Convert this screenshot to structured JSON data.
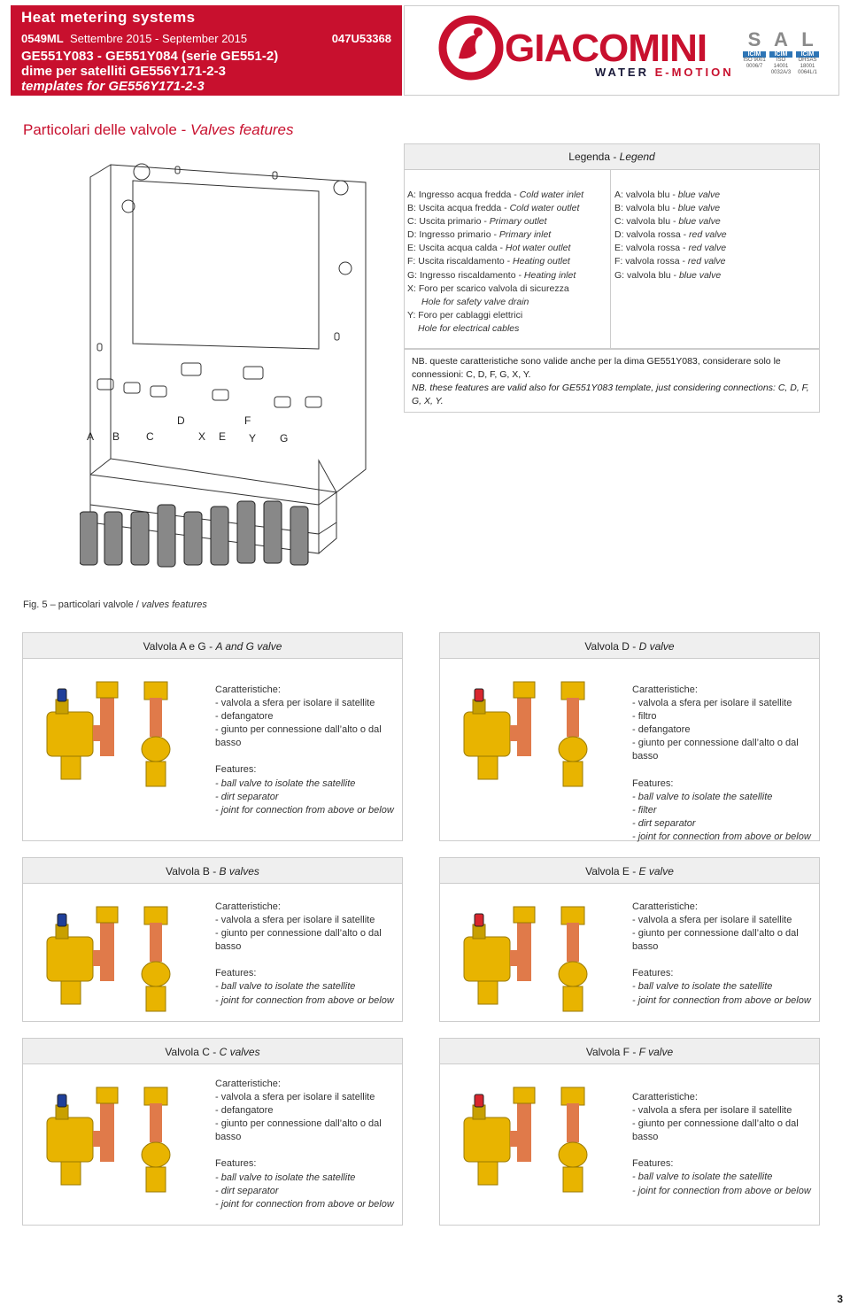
{
  "header": {
    "category": "Heat metering systems",
    "doc_code": "0549ML",
    "date": "Settembre 2015 - September 2015",
    "ref_code": "047U53368",
    "line2": "GE551Y083 - GE551Y084 (serie GE551-2)",
    "line3": "dime per satelliti GE556Y171-2-3",
    "line4": "templates for GE556Y171-2-3"
  },
  "brand": {
    "name": "GIACOMINI",
    "tagline_a": "WATER ",
    "tagline_b": "E-MOTION",
    "certs": [
      {
        "letter": "S",
        "icim": "ICIM",
        "iso": "ISO 9001",
        "num": "0006/7"
      },
      {
        "letter": "A",
        "icim": "ICIM",
        "iso": "ISO 14001",
        "num": "0032A/3"
      },
      {
        "letter": "L",
        "icim": "ICIM",
        "iso": "OHSAS 18001",
        "num": "0064L/1"
      }
    ]
  },
  "section": {
    "title_it": "Particolari delle valvole - ",
    "title_en": "Valves features"
  },
  "legend": {
    "head_it": "Legenda - ",
    "head_en": "Legend",
    "left": [
      {
        "k": "A",
        "it": ": Ingresso acqua fredda - ",
        "en": "Cold water inlet"
      },
      {
        "k": "B",
        "it": ": Uscita acqua fredda - ",
        "en": "Cold water outlet"
      },
      {
        "k": "C",
        "it": ": Uscita primario - ",
        "en": "Primary outlet"
      },
      {
        "k": "D",
        "it": ": Ingresso primario - ",
        "en": "Primary inlet"
      },
      {
        "k": "E",
        "it": ": Uscita acqua calda - ",
        "en": "Hot water outlet"
      },
      {
        "k": "F",
        "it": ": Uscita riscaldamento - ",
        "en": "Heating outlet"
      },
      {
        "k": "G",
        "it": ": Ingresso riscaldamento - ",
        "en": "Heating inlet"
      },
      {
        "k": "X",
        "it": ": Foro per scarico valvola di sicurezza",
        "en": ""
      },
      {
        "k": "",
        "it": "",
        "en": "Hole for safety valve drain"
      },
      {
        "k": "Y",
        "it": ": Foro per cablaggi elettrici",
        "en": ""
      },
      {
        "k": "",
        "it": "",
        "en": "Hole for electrical cables"
      }
    ],
    "right": [
      {
        "k": "A",
        "it": ": valvola blu - ",
        "en": "blue valve"
      },
      {
        "k": "B",
        "it": ": valvola blu - ",
        "en": "blue valve"
      },
      {
        "k": "C",
        "it": ": valvola blu - ",
        "en": "blue valve"
      },
      {
        "k": "D",
        "it": ": valvola rossa - ",
        "en": "red valve"
      },
      {
        "k": "E",
        "it": ": valvola rossa - ",
        "en": "red valve"
      },
      {
        "k": "F",
        "it": ": valvola rossa - ",
        "en": "red valve"
      },
      {
        "k": "G",
        "it": ": valvola blu - ",
        "en": "blue valve"
      }
    ]
  },
  "nb": {
    "it": "NB. queste caratteristiche sono valide anche per la dima GE551Y083, considerare solo le connessioni: C, D, F, G, X, Y.",
    "en": "NB. these features are valid also for GE551Y083 template, just considering connections: C, D, F, G, X, Y."
  },
  "diagram_labels": [
    "A",
    "B",
    "C",
    "D",
    "X",
    "E",
    "F",
    "Y",
    "G"
  ],
  "figure_caption": {
    "it": "Fig. 5 – particolari valvole / ",
    "en": "valves features"
  },
  "cards": [
    {
      "title_it": "Valvola A e G - ",
      "title_en": "A and G valve",
      "char_head": "Caratteristiche:",
      "chars": [
        "- valvola a sfera per isolare il satellite",
        "- defangatore",
        "- giunto per connessione dall’alto o dal",
        "basso"
      ],
      "feat_head": "Features:",
      "feats": [
        "- ball valve to isolate the satellite",
        "- dirt separator",
        "- joint for connection from above or below"
      ]
    },
    {
      "title_it": "Valvola D - ",
      "title_en": "D valve",
      "char_head": "Caratteristiche:",
      "chars": [
        "- valvola a sfera per isolare il satellite",
        "- filtro",
        "- defangatore",
        "- giunto per connessione dall’alto o dal",
        "basso"
      ],
      "feat_head": "Features:",
      "feats": [
        "- ball valve to isolate the satellite",
        "- filter",
        "- dirt separator",
        "- joint for connection from above or below"
      ]
    },
    {
      "title_it": "Valvola B - ",
      "title_en": "B valves",
      "char_head": "Caratteristiche:",
      "chars": [
        "- valvola a sfera per isolare il satellite",
        "- giunto per connessione dall’alto o dal",
        "basso"
      ],
      "feat_head": "Features:",
      "feats": [
        "- ball valve to isolate the satellite",
        "- joint for connection from above or below"
      ]
    },
    {
      "title_it": "Valvola E - ",
      "title_en": "E valve",
      "char_head": "Caratteristiche:",
      "chars": [
        "- valvola a sfera per isolare il satellite",
        "- giunto per connessione dall’alto o dal",
        "basso"
      ],
      "feat_head": "Features:",
      "feats": [
        "- ball valve to isolate the satellite",
        "- joint for connection from above or below"
      ]
    },
    {
      "title_it": "Valvola C - ",
      "title_en": "C valves",
      "char_head": "Caratteristiche:",
      "chars": [
        "- valvola a sfera per isolare il satellite",
        "- defangatore",
        "- giunto per connessione dall’alto o dal",
        "basso"
      ],
      "feat_head": "Features:",
      "feats": [
        "- ball valve to isolate the satellite",
        "- dirt separator",
        "- joint for connection from above or below"
      ]
    },
    {
      "title_it": "Valvola F - ",
      "title_en": "F valve",
      "char_head": "Caratteristiche:",
      "chars": [
        "- valvola a sfera per isolare il satellite",
        "- giunto per connessione dall’alto o dal",
        "basso"
      ],
      "feat_head": "Features:",
      "feats": [
        "- ball valve to isolate the satellite",
        "- joint for connection from above or below"
      ]
    }
  ],
  "page_number": "3",
  "colors": {
    "brand_red": "#c8102e",
    "valve_brass": "#e8b400",
    "pipe_copper": "#e07a4a",
    "handle_blue": "#1f3f9a",
    "handle_red": "#d8262d"
  }
}
